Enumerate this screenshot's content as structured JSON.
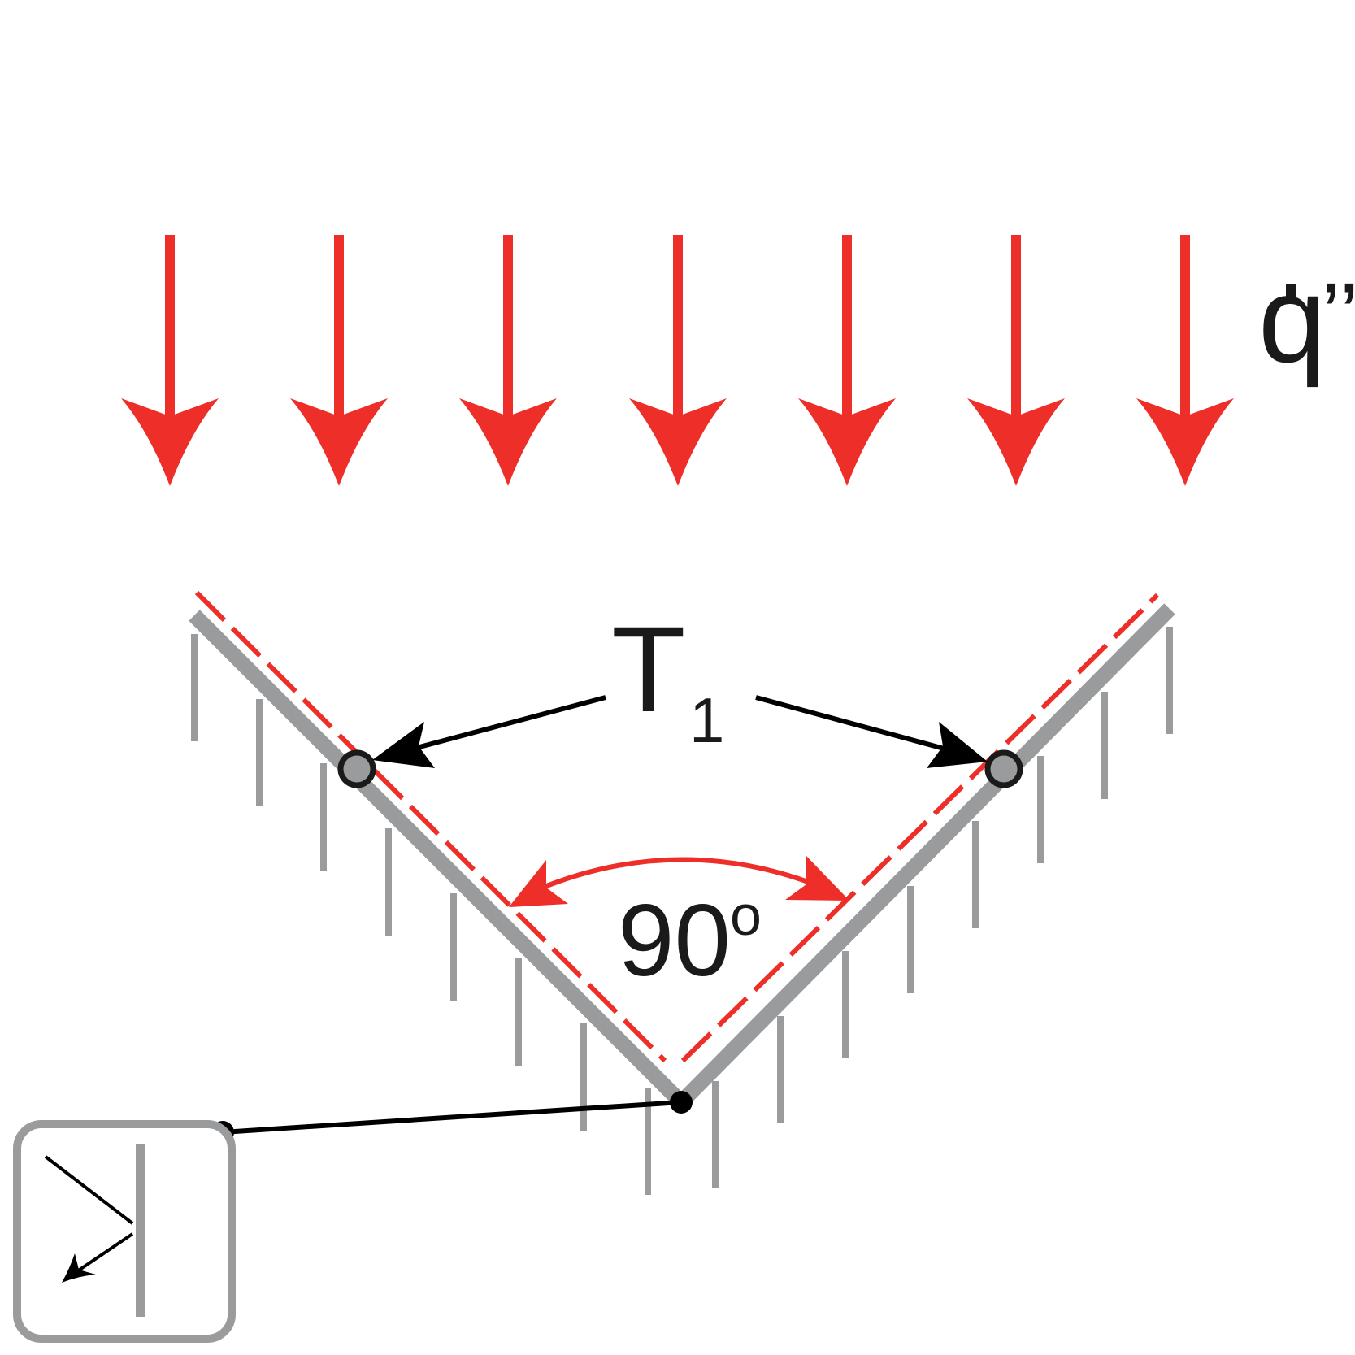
{
  "labels": {
    "heat_flux": "q",
    "heat_flux_prime": "’’",
    "temperature": "T",
    "temperature_subscript": "1",
    "angle_value": "90",
    "angle_unit": "o"
  },
  "colors": {
    "flux_arrow": "#ee2e28",
    "plate": "#9a9b9d",
    "reflection_line": "#ee2e28",
    "leader": "#000000",
    "sensor_box": "#9a9b9d",
    "angle_arc": "#ee2e28"
  },
  "elements": {
    "incident_flux_arrow_count": 7,
    "fin_count_left": 8,
    "fin_count_right": 8,
    "sensor_icon": "heat-flux-sensor-icon"
  }
}
